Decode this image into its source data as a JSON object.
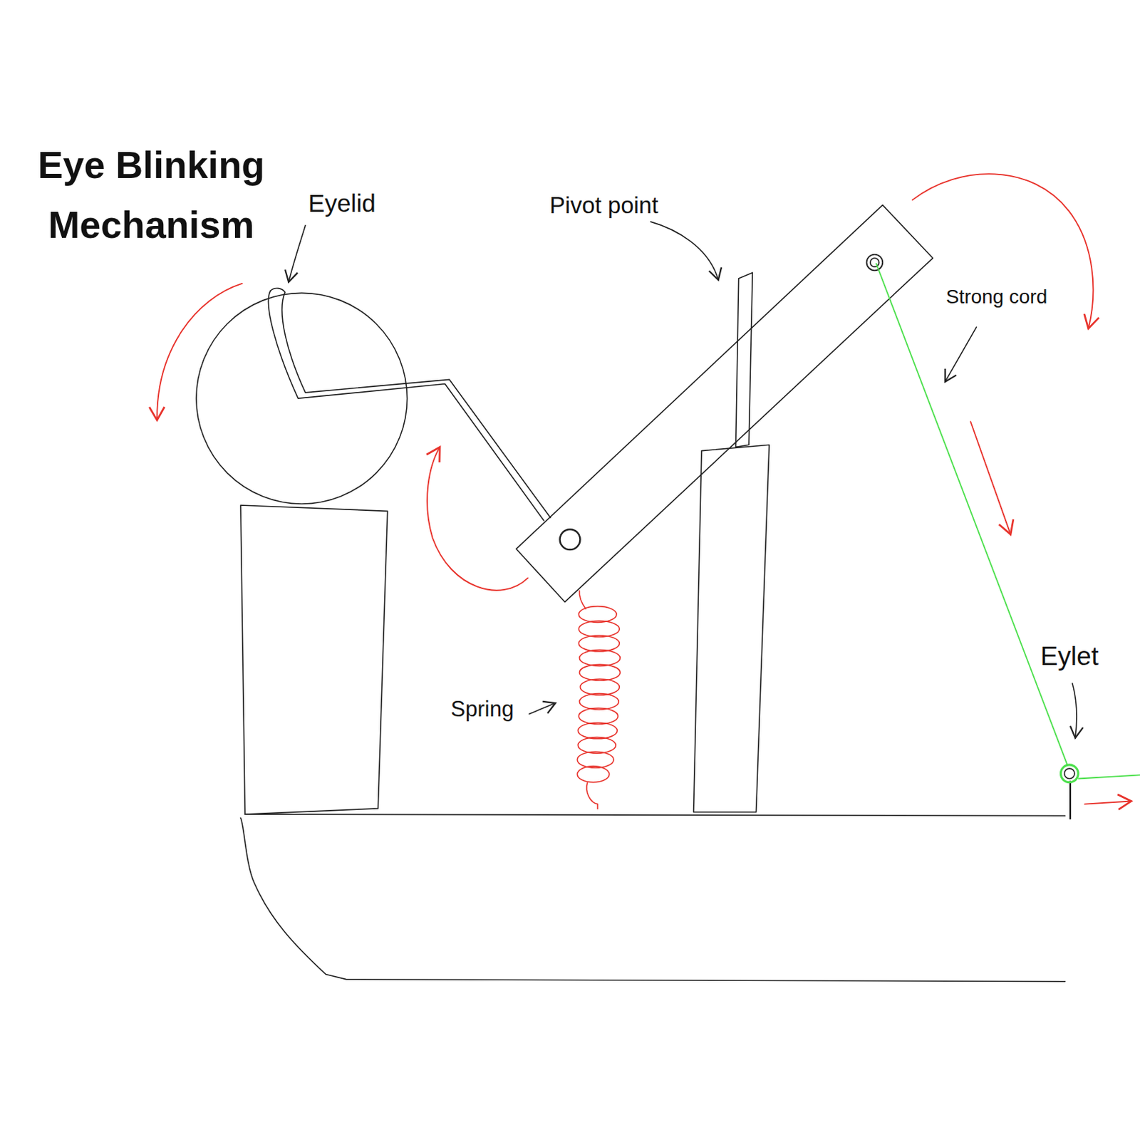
{
  "diagram": {
    "title": "Eye Blinking Mechanism",
    "labels": [
      "Eyelid",
      "Pivot point",
      "Strong cord",
      "Eylet",
      "Spring"
    ]
  }
}
